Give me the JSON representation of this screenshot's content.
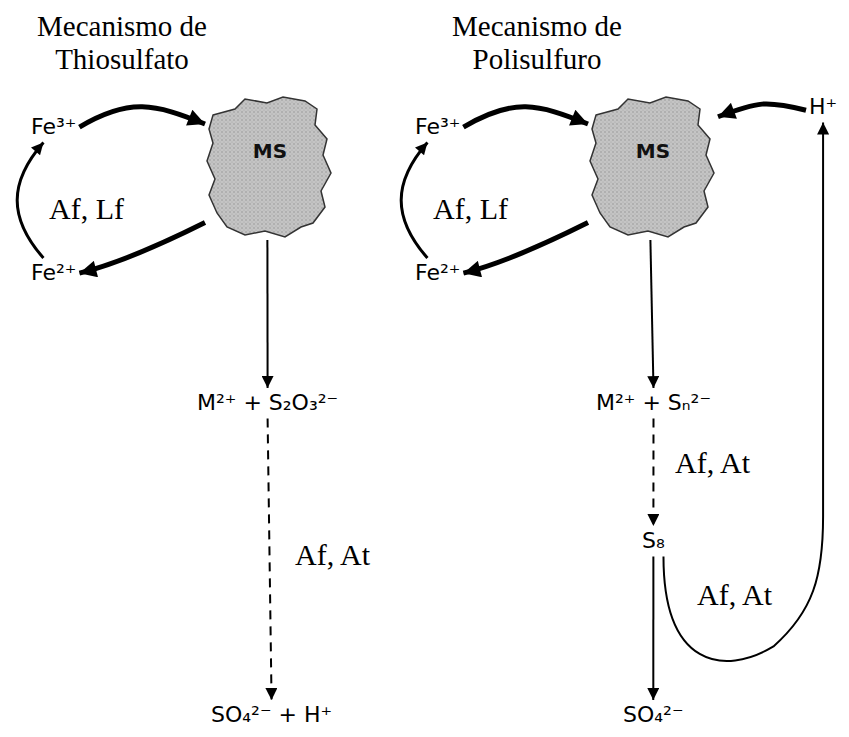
{
  "diagram": {
    "nodes": [
      {
        "text": [
          "Fe³⁺"
        ]
      },
      {
        "text": [
          "MS"
        ]
      },
      {
        "text": [
          "Fe²⁺"
        ]
      },
      {
        "text": [
          "M²⁺ + S₂O₃²⁻"
        ]
      },
      {
        "text": [
          "SO₄²⁻ + H⁺"
        ]
      },
      {
        "text": [
          "Fe³⁺"
        ]
      },
      {
        "text": [
          "MS"
        ]
      },
      {
        "text": [
          "H⁺"
        ]
      },
      {
        "text": [
          "Fe²⁺"
        ]
      },
      {
        "text": [
          "M²⁺ + Sₙ²⁻"
        ]
      },
      {
        "text": [
          "S₈"
        ]
      },
      {
        "text": [
          "SO₄²⁻"
        ]
      }
    ],
    "edges": [
      {
        "from": 0,
        "to": 1,
        "arrow": "to"
      },
      {
        "from": 1,
        "to": 2,
        "arrow": "to"
      },
      {
        "from": 2,
        "to": 0,
        "label": "Af, Lf",
        "arrow": "to"
      },
      {
        "from": 1,
        "to": 3,
        "arrow": "to"
      },
      {
        "from": 3,
        "to": 4,
        "label": "Af, At",
        "arrow": "to"
      },
      {
        "from": 5,
        "to": 6,
        "arrow": "to"
      },
      {
        "from": 6,
        "to": 8,
        "arrow": "to"
      },
      {
        "from": 8,
        "to": 5,
        "label": "Af, Lf",
        "arrow": "to"
      },
      {
        "from": 7,
        "to": 6,
        "arrow": "to"
      },
      {
        "from": 6,
        "to": 9,
        "arrow": "to"
      },
      {
        "from": 9,
        "to": 10,
        "label": "Af, At",
        "arrow": "to"
      },
      {
        "from": 10,
        "to": 11,
        "arrow": "to"
      },
      {
        "from": 10,
        "to": 7,
        "label": "Af, At",
        "arrow": "to"
      }
    ],
    "labels": [
      "Mecanismo de Thiosulfato",
      "Mecanismo de Polisulfuro"
    ]
  }
}
